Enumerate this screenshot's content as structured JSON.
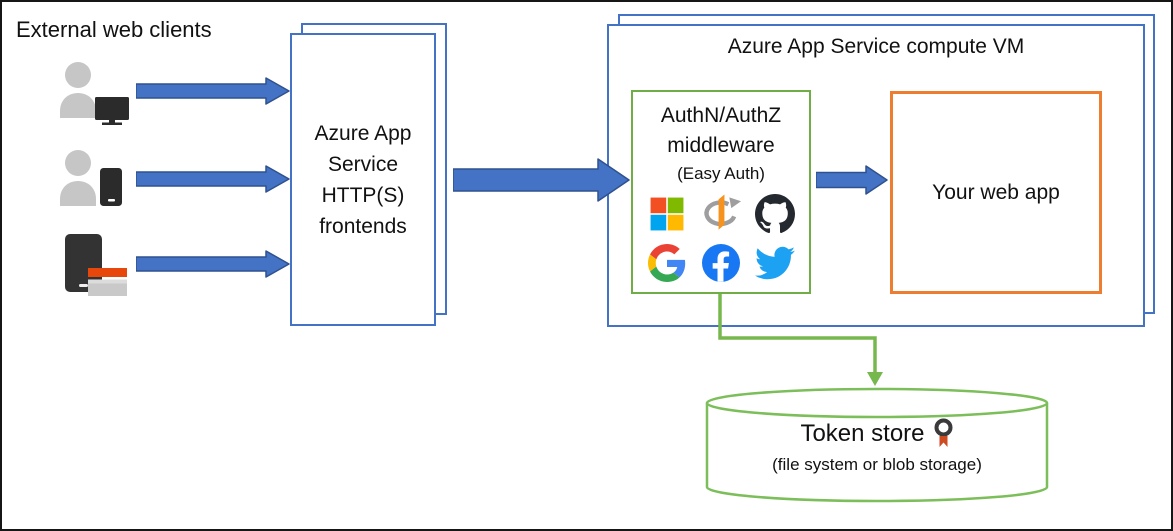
{
  "colors": {
    "arrow_blue_fill": "#4472C4",
    "arrow_blue_border": "#2F528F",
    "box_blue": "#4472C4",
    "middleware_green": "#70AD47",
    "token_store_green": "#7CBE59",
    "web_app_orange": "#ED7D31"
  },
  "clients": {
    "title": "External web clients",
    "items": [
      {
        "icon": "desktop-user-icon"
      },
      {
        "icon": "mobile-user-icon"
      },
      {
        "icon": "app-window-icon"
      }
    ]
  },
  "frontends": {
    "line1": "Azure App",
    "line2": "Service",
    "line3": "HTTP(S)",
    "line4": "frontends"
  },
  "compute_vm": {
    "title": "Azure App Service compute VM"
  },
  "middleware": {
    "title_line1": "AuthN/AuthZ",
    "title_line2": "middleware",
    "subtitle": "(Easy Auth)",
    "providers": [
      "microsoft",
      "openid-connect",
      "github",
      "google",
      "facebook",
      "twitter"
    ]
  },
  "web_app": {
    "label": "Your web app"
  },
  "token_store": {
    "title": "Token store",
    "subtitle": "(file system or blob storage)",
    "icon": "key-badge-icon"
  }
}
